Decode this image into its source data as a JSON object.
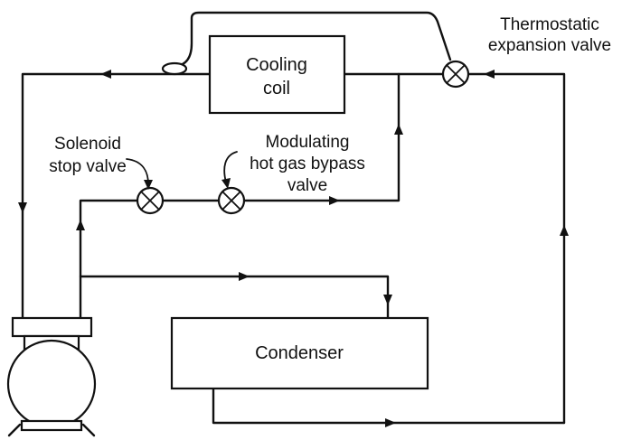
{
  "components": {
    "cooling_coil": {
      "line1": "Cooling",
      "line2": "coil"
    },
    "condenser": {
      "label": "Condenser"
    }
  },
  "labels": {
    "thermostatic_line1": "Thermostatic",
    "thermostatic_line2": "expansion valve",
    "solenoid_line1": "Solenoid",
    "solenoid_line2": "stop valve",
    "modulating_line1": "Modulating",
    "modulating_line2": "hot gas bypass",
    "modulating_line3": "valve"
  }
}
